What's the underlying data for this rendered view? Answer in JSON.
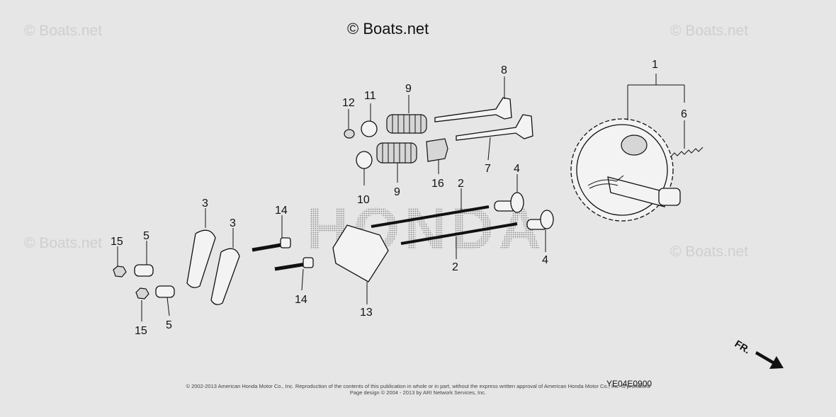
{
  "watermark": {
    "copyright_title": "© Boats.net",
    "tile": "© Boats.net"
  },
  "brand_text": "HONDA",
  "callouts": {
    "c1": "1",
    "c2a": "2",
    "c2b": "2",
    "c3a": "3",
    "c3b": "3",
    "c4a": "4",
    "c4b": "4",
    "c5a": "5",
    "c5b": "5",
    "c6": "6",
    "c7": "7",
    "c8": "8",
    "c9a": "9",
    "c9b": "9",
    "c10": "10",
    "c11": "11",
    "c12": "12",
    "c13": "13",
    "c14a": "14",
    "c14b": "14",
    "c15a": "15",
    "c15b": "15",
    "c16": "16"
  },
  "direction_label": "FR.",
  "diagram_code": "YE04E0900",
  "footer": {
    "line1": "© 2002-2013 American Honda Motor Co., Inc. Reproduction of the contents of this publication in whole or in part, without the express written approval of American Honda Motor Co., Inc. is prohibited",
    "line2": "Page design © 2004 - 2013 by ARI Network Services, Inc."
  },
  "colors": {
    "background": "#e6e6e6",
    "ink": "#111111",
    "watermark": "#cfcfcf"
  },
  "icons": {
    "direction_arrow": "arrow-icon",
    "copyright": "copyright-icon"
  }
}
